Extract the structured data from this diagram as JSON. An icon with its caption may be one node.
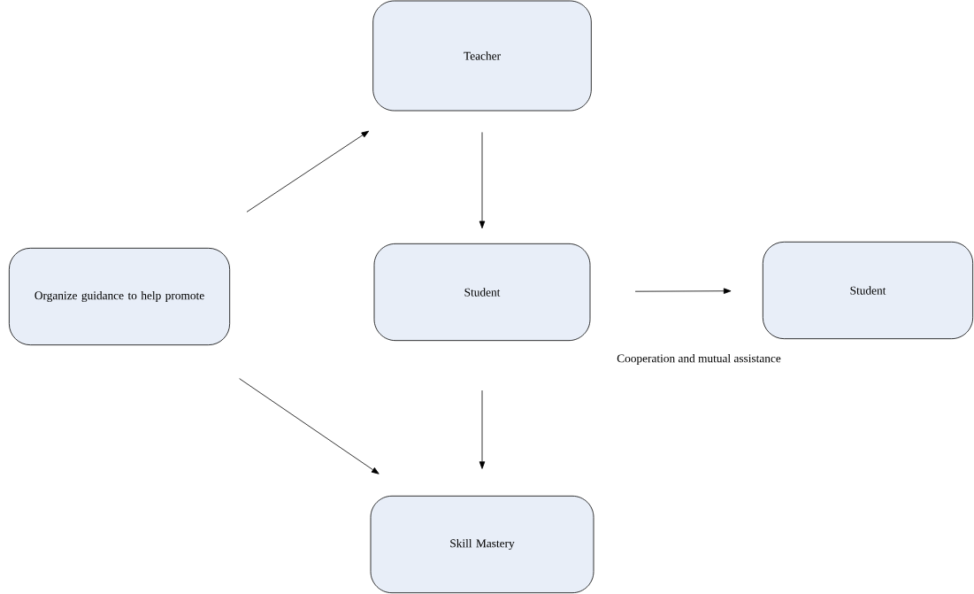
{
  "diagram": {
    "nodes": [
      {
        "text": [
          "Organize guidance to help promote"
        ]
      },
      {
        "text": [
          "Teacher"
        ]
      },
      {
        "text": [
          "Student"
        ]
      },
      {
        "text": [
          "Student"
        ]
      },
      {
        "text": [
          "Skill Mastery"
        ]
      }
    ],
    "edges": [
      {
        "from": 0,
        "to": 1,
        "arrow": "to"
      },
      {
        "from": 1,
        "to": 2,
        "arrow": "to"
      },
      {
        "from": 2,
        "to": 3,
        "arrow": "to"
      },
      {
        "from": 2,
        "to": 4,
        "arrow": "to"
      },
      {
        "from": 0,
        "to": 4,
        "arrow": "to"
      }
    ],
    "labels": [
      "Cooperation and mutual assistance"
    ]
  }
}
